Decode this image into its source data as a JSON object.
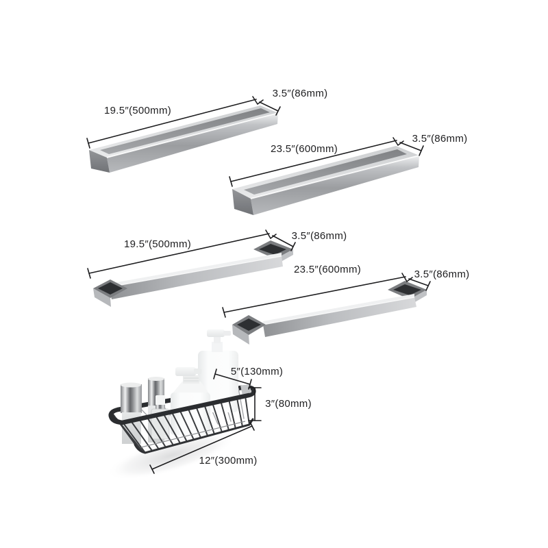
{
  "products": {
    "double_bar_500": {
      "length": "19.5″(500mm)",
      "depth": "3.5″(86mm)"
    },
    "double_bar_600": {
      "length": "23.5″(600mm)",
      "depth": "3.5″(86mm)"
    },
    "single_bar_500": {
      "length": "19.5″(500mm)",
      "depth": "3.5″(86mm)"
    },
    "single_bar_600": {
      "length": "23.5″(600mm)",
      "depth": "3.5″(86mm)"
    },
    "basket": {
      "depth": "5″(130mm)",
      "height": "3″(80mm)",
      "width": "12″(300mm)"
    }
  },
  "colors": {
    "background": "#ffffff",
    "dimension_ink": "#1d1d1f",
    "metal_light": "#d6d8da",
    "metal_mid": "#a7a9ac",
    "metal_dark": "#6f7174",
    "frame_dark": "#2d2f32"
  }
}
